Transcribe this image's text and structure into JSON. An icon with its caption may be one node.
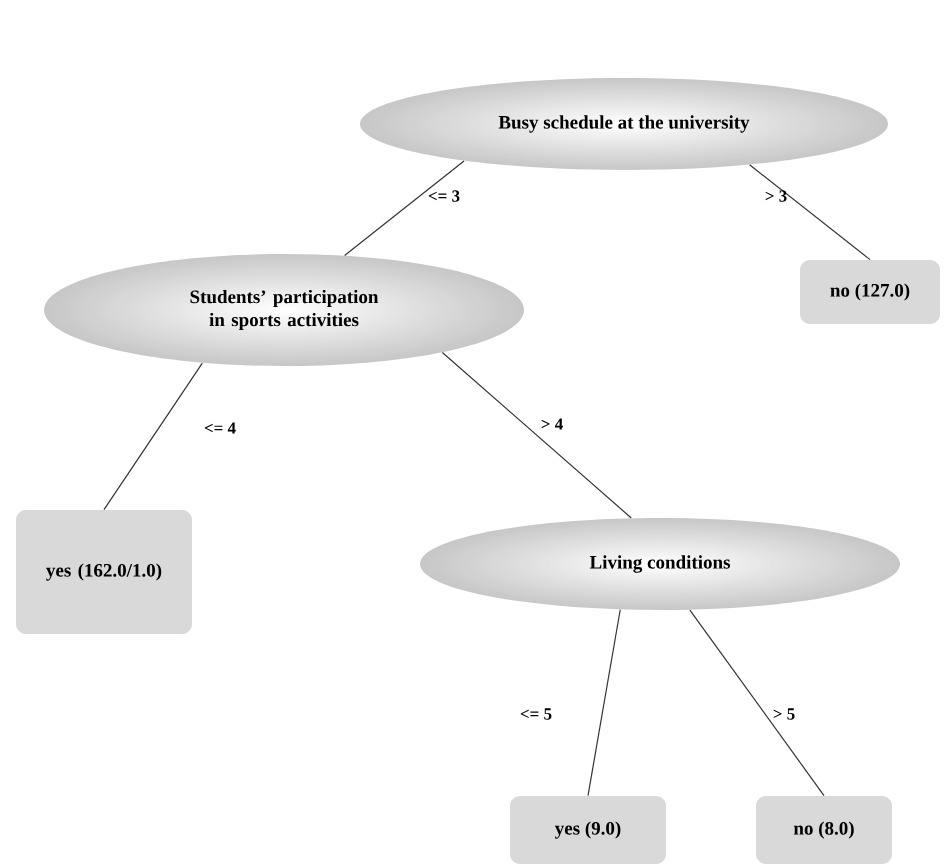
{
  "diagram": {
    "nodes": [
      {
        "text": [
          "Busy schedule at the university"
        ]
      },
      {
        "text": [
          "no (127.0)"
        ]
      },
      {
        "text": [
          "Students’ participation in sports activities"
        ]
      },
      {
        "text": [
          "yes (162.0/1.0)"
        ]
      },
      {
        "text": [
          "Living conditions"
        ]
      },
      {
        "text": [
          "yes (9.0)"
        ]
      },
      {
        "text": [
          "no (8.0)"
        ]
      }
    ],
    "edges": [
      {
        "from": 0,
        "to": 2,
        "arrow": "none",
        "label": "<= 3"
      },
      {
        "from": 0,
        "to": 1,
        "arrow": "none",
        "label": "> 3"
      },
      {
        "from": 2,
        "to": 3,
        "arrow": "none",
        "label": "<= 4"
      },
      {
        "from": 2,
        "to": 4,
        "arrow": "none",
        "label": "> 4"
      },
      {
        "from": 4,
        "to": 5,
        "arrow": "none",
        "label": "<= 5"
      },
      {
        "from": 4,
        "to": 6,
        "arrow": "none",
        "label": "> 5"
      }
    ]
  }
}
